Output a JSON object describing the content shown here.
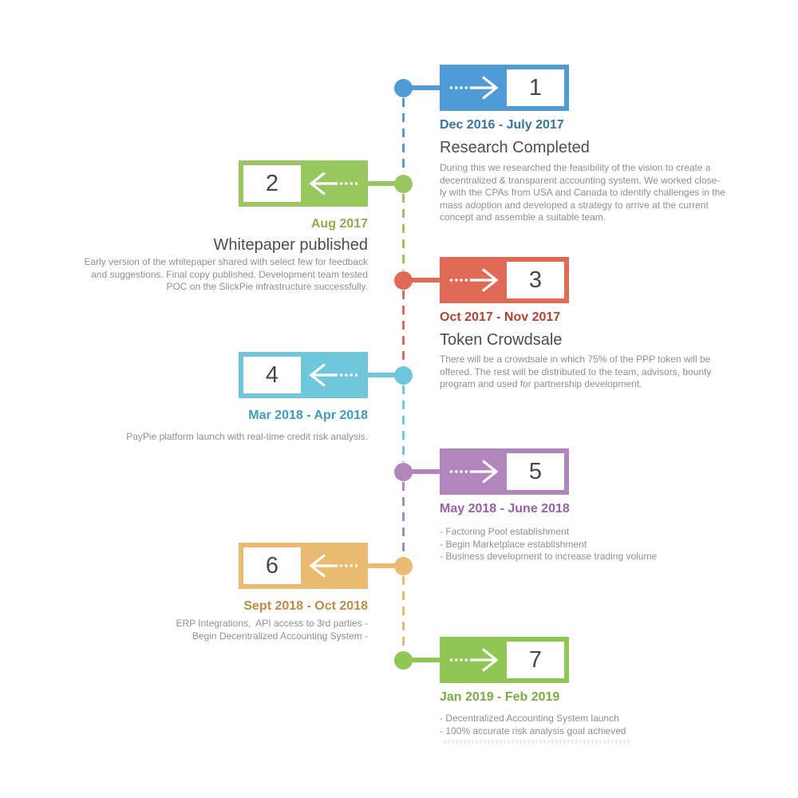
{
  "background_color": "#ffffff",
  "icons": {
    "arrow_right": "dotted-tail arrow pointing right",
    "arrow_left": "dotted-tail arrow pointing left",
    "node_dot": "filled circle on timeline"
  },
  "text_colors": {
    "title": "#4d4d4d",
    "description": "#8f9091",
    "number": "#46464e"
  },
  "milestones": [
    {
      "number": "1",
      "side": "right",
      "color": "#4f9bd5",
      "date_color": "#35759e",
      "date_range": "Dec 2016 - July 2017",
      "title": "Research Completed",
      "description": "During this we researched the feasibility of the vision to create a\ndecentralized & transparent accounting system. We worked close-\nly with the CPAs from USA and Canada to identify challenges in the\nmass adoption and developed a strategy to arrive at the current\nconcept and assemble a suitable team."
    },
    {
      "number": "2",
      "side": "left",
      "color": "#98c65f",
      "date_color": "#88b04a",
      "date_range": "Aug 2017",
      "title": "Whitepaper published",
      "description": "Early version of the whitepaper shared with select few for feedback\nand suggestions. Final copy published. Development team tested\nPOC on the SlickPie infrastructure successfully."
    },
    {
      "number": "3",
      "side": "right",
      "color": "#e06a55",
      "date_color": "#b2432e",
      "date_range": "Oct 2017 - Nov 2017",
      "title": "Token Crowdsale",
      "description": "There will be a crowdsale in which 75% of the PPP token will be\noffered. The rest will be distributed to the team, advisors, bounty\nprogram and used for partnership development."
    },
    {
      "number": "4",
      "side": "left",
      "color": "#6fc7dc",
      "date_color": "#3d9cbb",
      "date_range": "Mar 2018 - Apr 2018",
      "title": "",
      "description": "PayPie platform launch with real-time credit risk analysis."
    },
    {
      "number": "5",
      "side": "right",
      "color": "#b186bc",
      "date_color": "#9a5ea4",
      "date_range": "May 2018 - June 2018",
      "title": "",
      "description": "- Factoring Pool establishment\n- Begin Marketplace establishment\n- Business development to increase trading volume"
    },
    {
      "number": "6",
      "side": "left",
      "color": "#e9ba70",
      "date_color": "#bd8c44",
      "date_range": "Sept 2018 - Oct 2018",
      "title": "",
      "description": "ERP Integrations,  API access to 3rd parties -\nBegin Decentralized Accounting System -"
    },
    {
      "number": "7",
      "side": "right",
      "color": "#90c654",
      "date_color": "#77ae3f",
      "date_range": "Jan 2019 - Feb 2019",
      "title": "",
      "description": "- Decentralized Accounting System launch\n- 100% accurate risk analysis goal achieved"
    }
  ]
}
